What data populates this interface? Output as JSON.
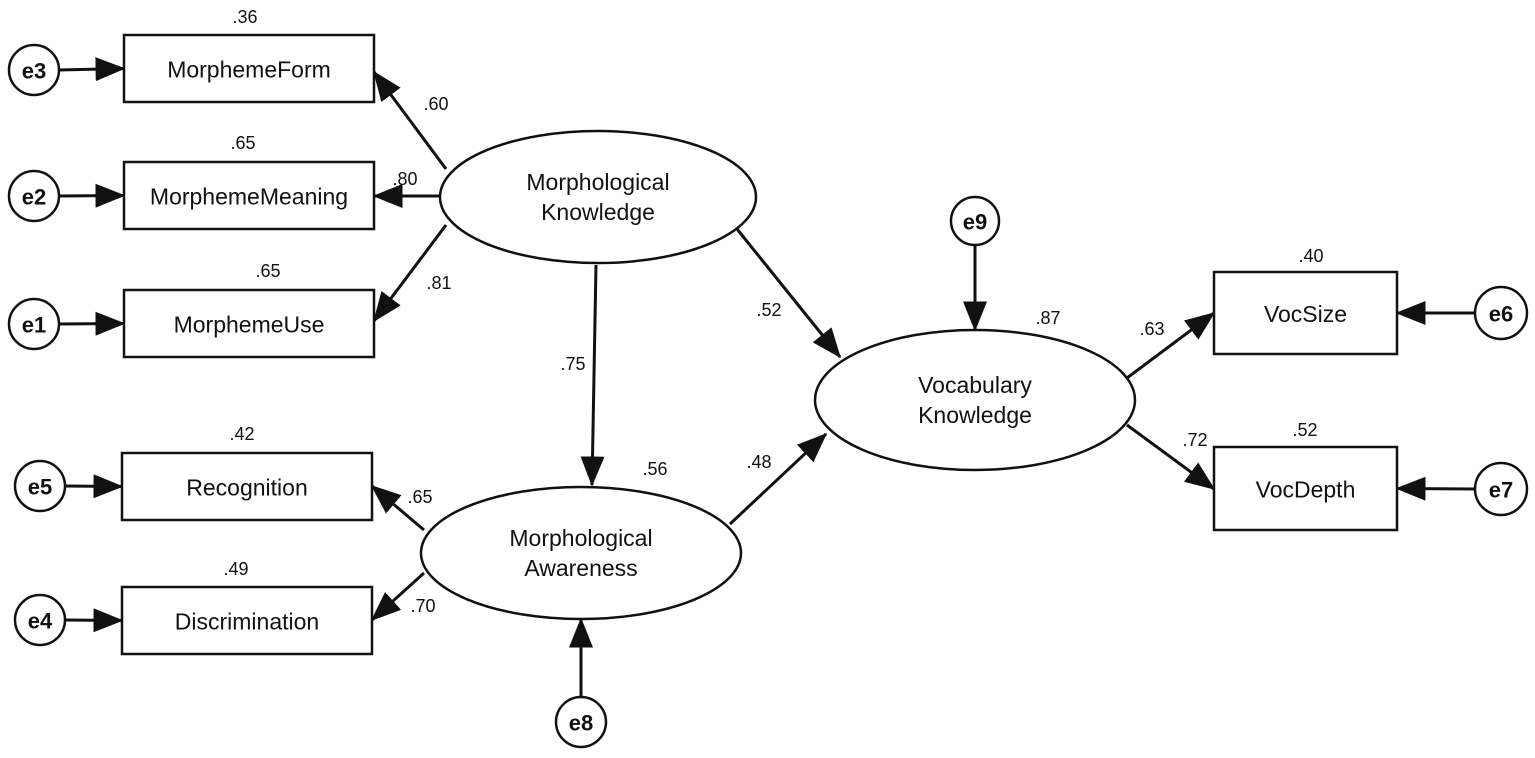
{
  "diagram": {
    "latents": [
      {
        "id": "MK",
        "lines": [
          "Morphological",
          "Knowledge"
        ]
      },
      {
        "id": "MA",
        "lines": [
          "Morphological",
          "Awareness"
        ]
      },
      {
        "id": "VK",
        "lines": [
          "Vocabulary",
          "Knowledge"
        ]
      }
    ],
    "observed": [
      {
        "id": "MF",
        "label": "MorphemeForm",
        "r2": ".36"
      },
      {
        "id": "MM",
        "label": "MorphemeMeaning",
        "r2": ".65"
      },
      {
        "id": "MU",
        "label": "MorphemeUse",
        "r2": ".65"
      },
      {
        "id": "RE",
        "label": "Recognition",
        "r2": ".42"
      },
      {
        "id": "DI",
        "label": "Discrimination",
        "r2": ".49"
      },
      {
        "id": "VS",
        "label": "VocSize",
        "r2": ".40"
      },
      {
        "id": "VD",
        "label": "VocDepth",
        "r2": ".52"
      }
    ],
    "errors": [
      {
        "id": "e3",
        "label": "e3",
        "target": "MF"
      },
      {
        "id": "e2",
        "label": "e2",
        "target": "MM"
      },
      {
        "id": "e1",
        "label": "e1",
        "target": "MU"
      },
      {
        "id": "e5",
        "label": "e5",
        "target": "RE"
      },
      {
        "id": "e4",
        "label": "e4",
        "target": "DI"
      },
      {
        "id": "e6",
        "label": "e6",
        "target": "VS"
      },
      {
        "id": "e7",
        "label": "e7",
        "target": "VD"
      },
      {
        "id": "e9",
        "label": "e9",
        "target": "VK"
      },
      {
        "id": "e8",
        "label": "e8",
        "target": "MA"
      }
    ],
    "paths": [
      {
        "from": "MK",
        "to": "MF",
        "coef": ".60"
      },
      {
        "from": "MK",
        "to": "MM",
        "coef": ".80"
      },
      {
        "from": "MK",
        "to": "MU",
        "coef": ".81"
      },
      {
        "from": "MK",
        "to": "MA",
        "coef": ".75"
      },
      {
        "from": "MK",
        "to": "VK",
        "coef": ".52"
      },
      {
        "from": "MA",
        "to": "RE",
        "coef": ".65"
      },
      {
        "from": "MA",
        "to": "DI",
        "coef": ".70"
      },
      {
        "from": "MA",
        "to": "VK",
        "coef": ".48"
      },
      {
        "from": "VK",
        "to": "VS",
        "coef": ".63"
      },
      {
        "from": "VK",
        "to": "VD",
        "coef": ".72"
      }
    ],
    "latent_r2": [
      {
        "target": "MA",
        "value": ".56"
      },
      {
        "target": "VK",
        "value": ".87"
      }
    ]
  }
}
